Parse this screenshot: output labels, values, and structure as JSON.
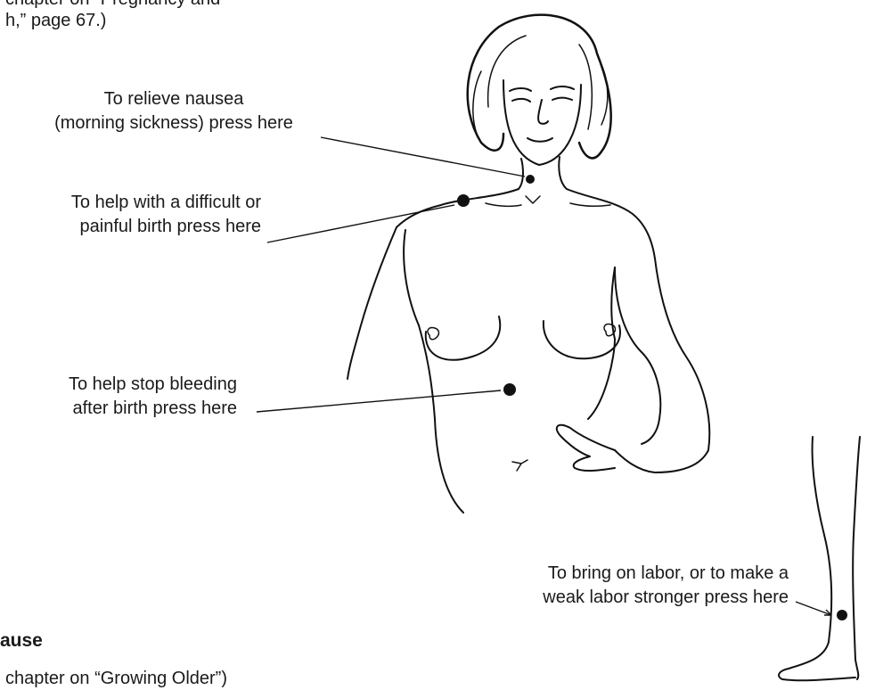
{
  "intro": {
    "line1": "chapter on “Pregnancy and",
    "line2": "h,” page 67.)"
  },
  "labels": {
    "nausea": [
      "To relieve nausea",
      "(morning sickness) press here"
    ],
    "difficult_birth": [
      "To help with a difficult or",
      "painful birth press here"
    ],
    "bleeding": [
      "To help stop bleeding",
      "after birth press here"
    ],
    "labor": [
      "To bring on labor, or to make a",
      "weak labor stronger press here"
    ]
  },
  "section": {
    "heading": "ause",
    "sub": "chapter on “Growing Older”)"
  }
}
